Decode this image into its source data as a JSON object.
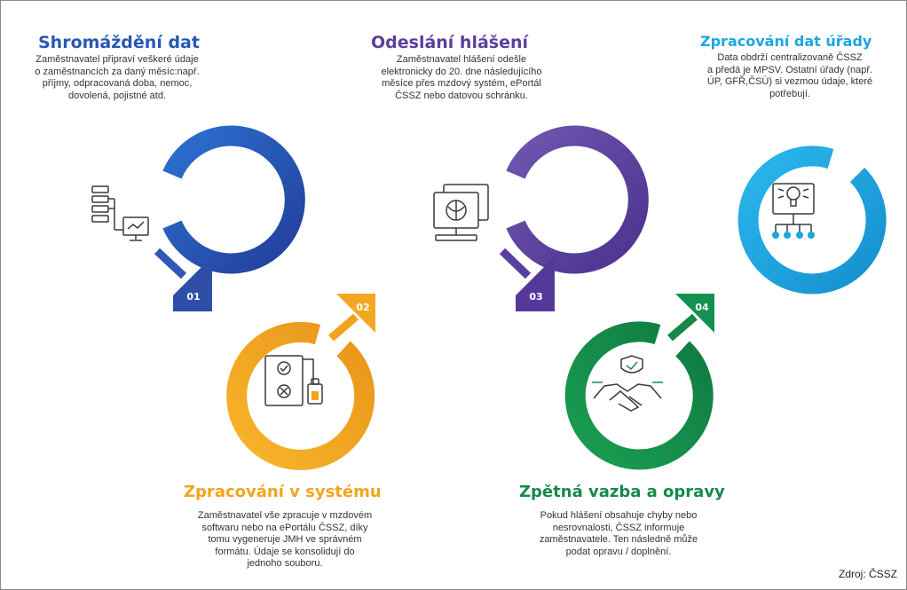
{
  "colors": {
    "step1": "#2a58b6",
    "step2": "#f2a51d",
    "step3": "#5a3f9e",
    "step4": "#16894a",
    "step5": "#1ca6e0",
    "text": "#333333"
  },
  "steps": [
    {
      "number": "01",
      "title": "Shromáždění dat",
      "description": "Zaměstnavatel připraví veškeré údaje\no zaměstnancích za daný měsíc:např.\npříjmy, odpracovaná doba, nemoc,\ndovolená, pojistné atd.",
      "icon": "database-to-computer-icon"
    },
    {
      "number": "02",
      "title": "Zpracování v systému",
      "description": "Zaměstnavatel vše zpracuje v mzdovém\nsoftwaru nebo na ePortálu ČSSZ, díky\ntomu vygeneruje JMH ve správném\nformátu. Údaje se konsolidují do\njednoho souboru.",
      "icon": "checklist-document-icon"
    },
    {
      "number": "03",
      "title": "Odeslání hlášení",
      "description": "Zaměstnavatel hlášení odešle\nelektronicky do 20. dne následujícího\nměsíce přes mzdový systém, ePortál\nČSSZ nebo datovou schránku.",
      "icon": "computer-network-icon"
    },
    {
      "number": "04",
      "title": "Zpětná vazba a opravy",
      "description": "Pokud hlášení obsahuje chyby nebo\nnesrovnalosti, ČSSZ informuje\nzaměstnavatele. Ten následně může\npodat opravu / doplnění.",
      "icon": "handshake-shield-icon"
    },
    {
      "number": "",
      "title": "Zpracování dat úřady",
      "description": "Data obdrží centralizovaně ČSSZ\na předá je MPSV. Ostatní úřady (např.\nÚP, GFŘ,ČSÚ) si vezmou údaje, které\npotřebují.",
      "icon": "lightbulb-network-icon"
    }
  ],
  "source": "Zdroj: ČSSZ"
}
